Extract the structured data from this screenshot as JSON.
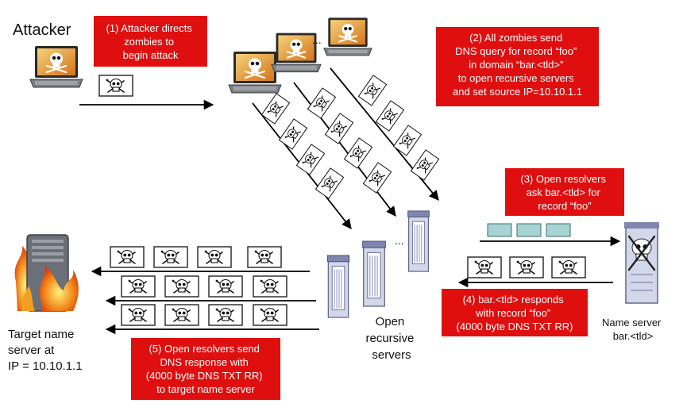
{
  "labels": {
    "attacker": "Attacker",
    "open_servers": [
      "Open",
      "recursive",
      "servers"
    ],
    "target": [
      "Target name",
      "server at",
      "IP = 10.10.1.1"
    ],
    "name_server": [
      "Name server",
      "bar.<tld>"
    ],
    "ellipsis": "..."
  },
  "callouts": {
    "step1": [
      "(1) Attacker directs",
      "zombies to",
      "begin attack"
    ],
    "step2": [
      "(2) All zombies send",
      "DNS query for record “foo”",
      "in domain “bar.<tld>”",
      "to open recursive servers",
      "and set source IP=10.10.1.1"
    ],
    "step3": [
      "(3) Open resolvers",
      "ask bar.<tld> for",
      "record “foo”"
    ],
    "step4": [
      "(4) bar.<tld> responds",
      "with record “foo”",
      "(4000 byte DNS TXT RR)"
    ],
    "step5": [
      "(5) Open resolvers send",
      "DNS response with",
      "(4000 byte DNS TXT RR)",
      "to target name server"
    ]
  },
  "colors": {
    "callout": "#e00f0f",
    "laptop_screen": "#e8a93a",
    "query_box": "#a7d3d3",
    "server_tower": "#d3d7ea",
    "target_server": "#6b6f78"
  },
  "icons": [
    "laptop-icon",
    "skull-icon",
    "server-tower-icon",
    "flaming-server-icon"
  ]
}
